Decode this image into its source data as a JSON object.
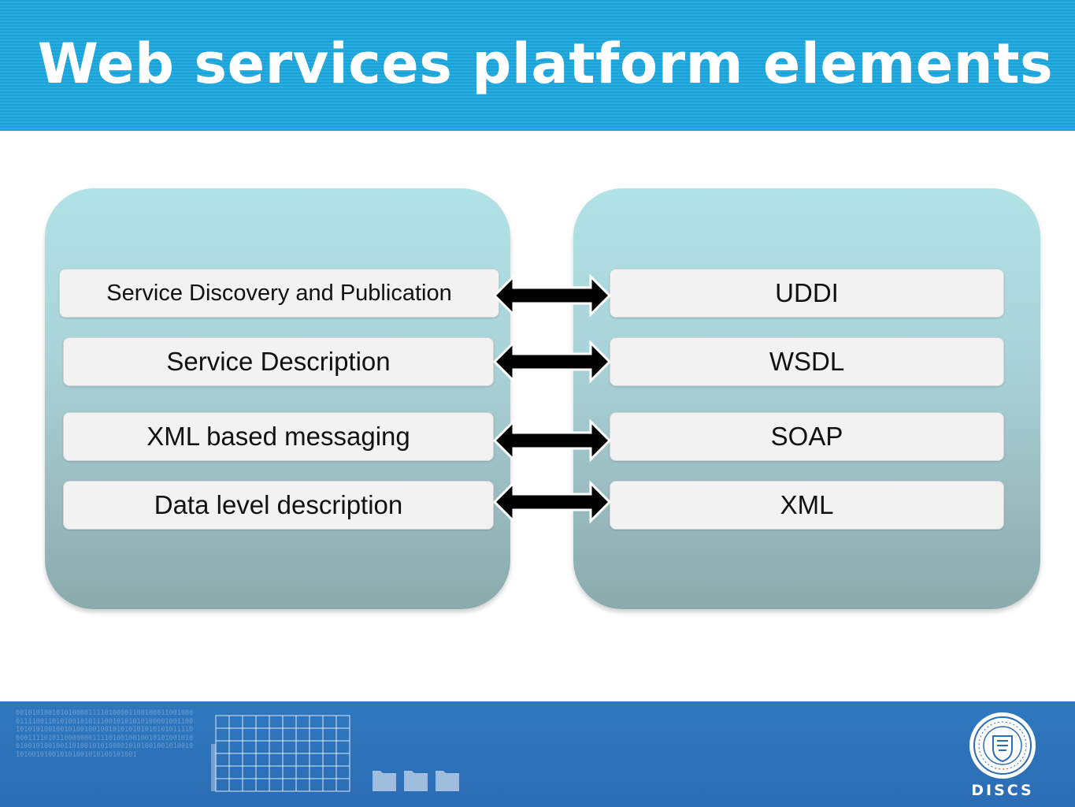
{
  "title": "Web services platform elements",
  "left_items": [
    "Service Discovery and Publication",
    "Service Description",
    "XML based messaging",
    "Data level description"
  ],
  "right_items": [
    "UDDI",
    "WSDL",
    "SOAP",
    "XML"
  ],
  "footer": {
    "binary_text": "0010101001010100001111010000110010001100100001111001101010010101110010101010100001001100101010100100101001001001010101010101010111100001111010110000000111101001001001010100101001001010010011010010101000010101001001010010101001010010101001010100101001",
    "brand": "DISCS",
    "seal_icon": "university-seal-icon"
  },
  "colors": {
    "header": "#1aa2d6",
    "footer": "#2b6db4",
    "panel_top": "#b1e2e6",
    "panel_bottom": "#89abac",
    "box": "#f2f2f2",
    "arrow": "#000000"
  }
}
